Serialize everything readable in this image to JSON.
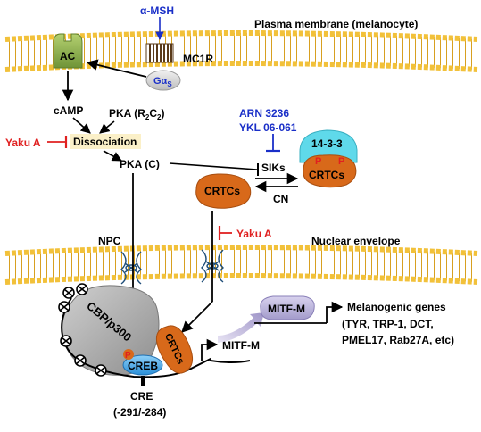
{
  "texts": {
    "alpha_msh": "α-MSH",
    "plasma_membrane": "Plasma membrane (melanocyte)",
    "ac": "AC",
    "mc1r": "MC1R",
    "gas": "Gα",
    "gas_sub": "S",
    "camp": "cAMP",
    "pka_r2c2": "PKA (R",
    "pka_r2c2_sub1": "2",
    "pka_r2c2_mid": "C",
    "pka_r2c2_sub2": "2",
    "pka_r2c2_end": ")",
    "yaku_a_1": "Yaku A",
    "dissociation": "Dissociation",
    "pka_c": "PKA (C)",
    "arn": "ARN 3236",
    "ykl": "YKL 06-061",
    "p14_3_3": "14-3-3",
    "p_left": "P",
    "p_right": "P",
    "crtcs_complex": "CRTCs",
    "siks": "SIKs",
    "cn": "CN",
    "crtcs_free": "CRTCs",
    "yaku_a_2": "Yaku A",
    "npc": "NPC",
    "nuclear_envelope": "Nuclear envelope",
    "mitf_m_protein": "MITF-M",
    "melanogenic_genes": "Melanogenic genes",
    "genes_line1": "(TYR, TRP-1, DCT,",
    "genes_line2": "PMEL17, Rab27A, etc)",
    "cbp_p300": "CBP/p300",
    "p_creb": "P",
    "creb": "CREB",
    "crtcs_nuclear": "CRTCs",
    "mitf_m_gene": "MITF-M",
    "cre": "CRE",
    "cre_pos": "(-291/-284)"
  },
  "colors": {
    "membrane_yellow": "#f5c846",
    "membrane_dark": "#d8a020",
    "ac_green": "#8cb04a",
    "gas_gray": "#d8d8d8",
    "crtcs_orange": "#d8691a",
    "cyan_14_3_3": "#5fd9ea",
    "creb_blue": "#3fa8e8",
    "mitf_lavender": "#b9b2d6",
    "cbp_gray": "#a8a8a8",
    "inhibitor_red": "#e02020",
    "inhibitor_blue": "#1a2fc8",
    "dissociation_bg": "#fbf0c8"
  }
}
